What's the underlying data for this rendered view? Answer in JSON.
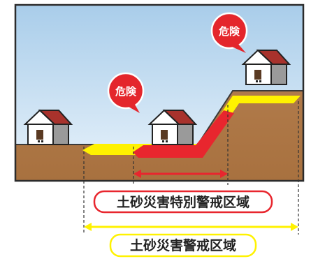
{
  "danger_badges": [
    {
      "label": "危険"
    },
    {
      "label": "危険"
    }
  ],
  "zones": {
    "special_warning": {
      "label": "土砂災害特別警戒区域"
    },
    "warning": {
      "label": "土砂災害警戒区域"
    }
  },
  "colors": {
    "sky_top": "#a9cdea",
    "sky_bottom": "#e9f3fb",
    "earth": "#b07a4a",
    "earth_edge": "#8a5a32",
    "ground_line": "#3a3a3a",
    "red_zone": "#e8262e",
    "yellow_zone": "#fff200",
    "badge_red": "#e4262c",
    "frame": "#2b2b2b",
    "roof": "#a8322c",
    "wall": "#ffffff",
    "side_wall": "#9a9a9a"
  },
  "icons": {
    "house": "house-icon",
    "badge": "danger-badge-icon"
  }
}
